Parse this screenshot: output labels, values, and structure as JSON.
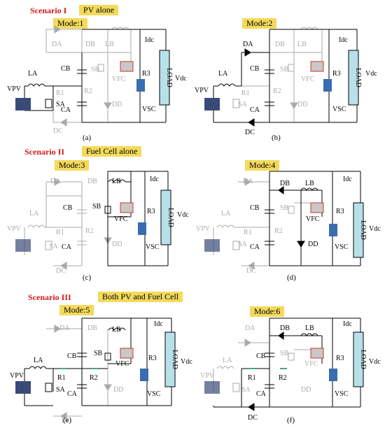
{
  "scenarios": [
    {
      "label": "Scenario I",
      "highlight": "PV alone"
    },
    {
      "label": "Scenario II",
      "highlight": "Fuel Cell alone"
    },
    {
      "label": "Scenario III",
      "highlight": "Both PV and Fuel Cell"
    }
  ],
  "modes": [
    "Mode:1",
    "Mode:2",
    "Mode:3",
    "Mode:4",
    "Mode:5",
    "Mode:6"
  ],
  "captions": [
    "(a)",
    "(b)",
    "(c)",
    "(d)",
    "(e)",
    "(f)"
  ],
  "labels": {
    "vpv": "VPV",
    "la": "LA",
    "lb": "LB",
    "sa": "SA",
    "sb": "SB",
    "da": "DA",
    "db": "DB",
    "dc": "DC",
    "dd": "DD",
    "ca": "CA",
    "cb": "CB",
    "r1": "R1",
    "r2": "R2",
    "r3": "R3",
    "vfc": "VFC",
    "vsc": "VSC",
    "idc": "Idc",
    "vdc": "Vdc",
    "load": "LOAD"
  },
  "colors": {
    "scenario": "#d11a1a",
    "highlight": "#f3da5c",
    "active": "#000000",
    "inactive": "#aaaaaa",
    "load_box": "#b8e0e8"
  }
}
